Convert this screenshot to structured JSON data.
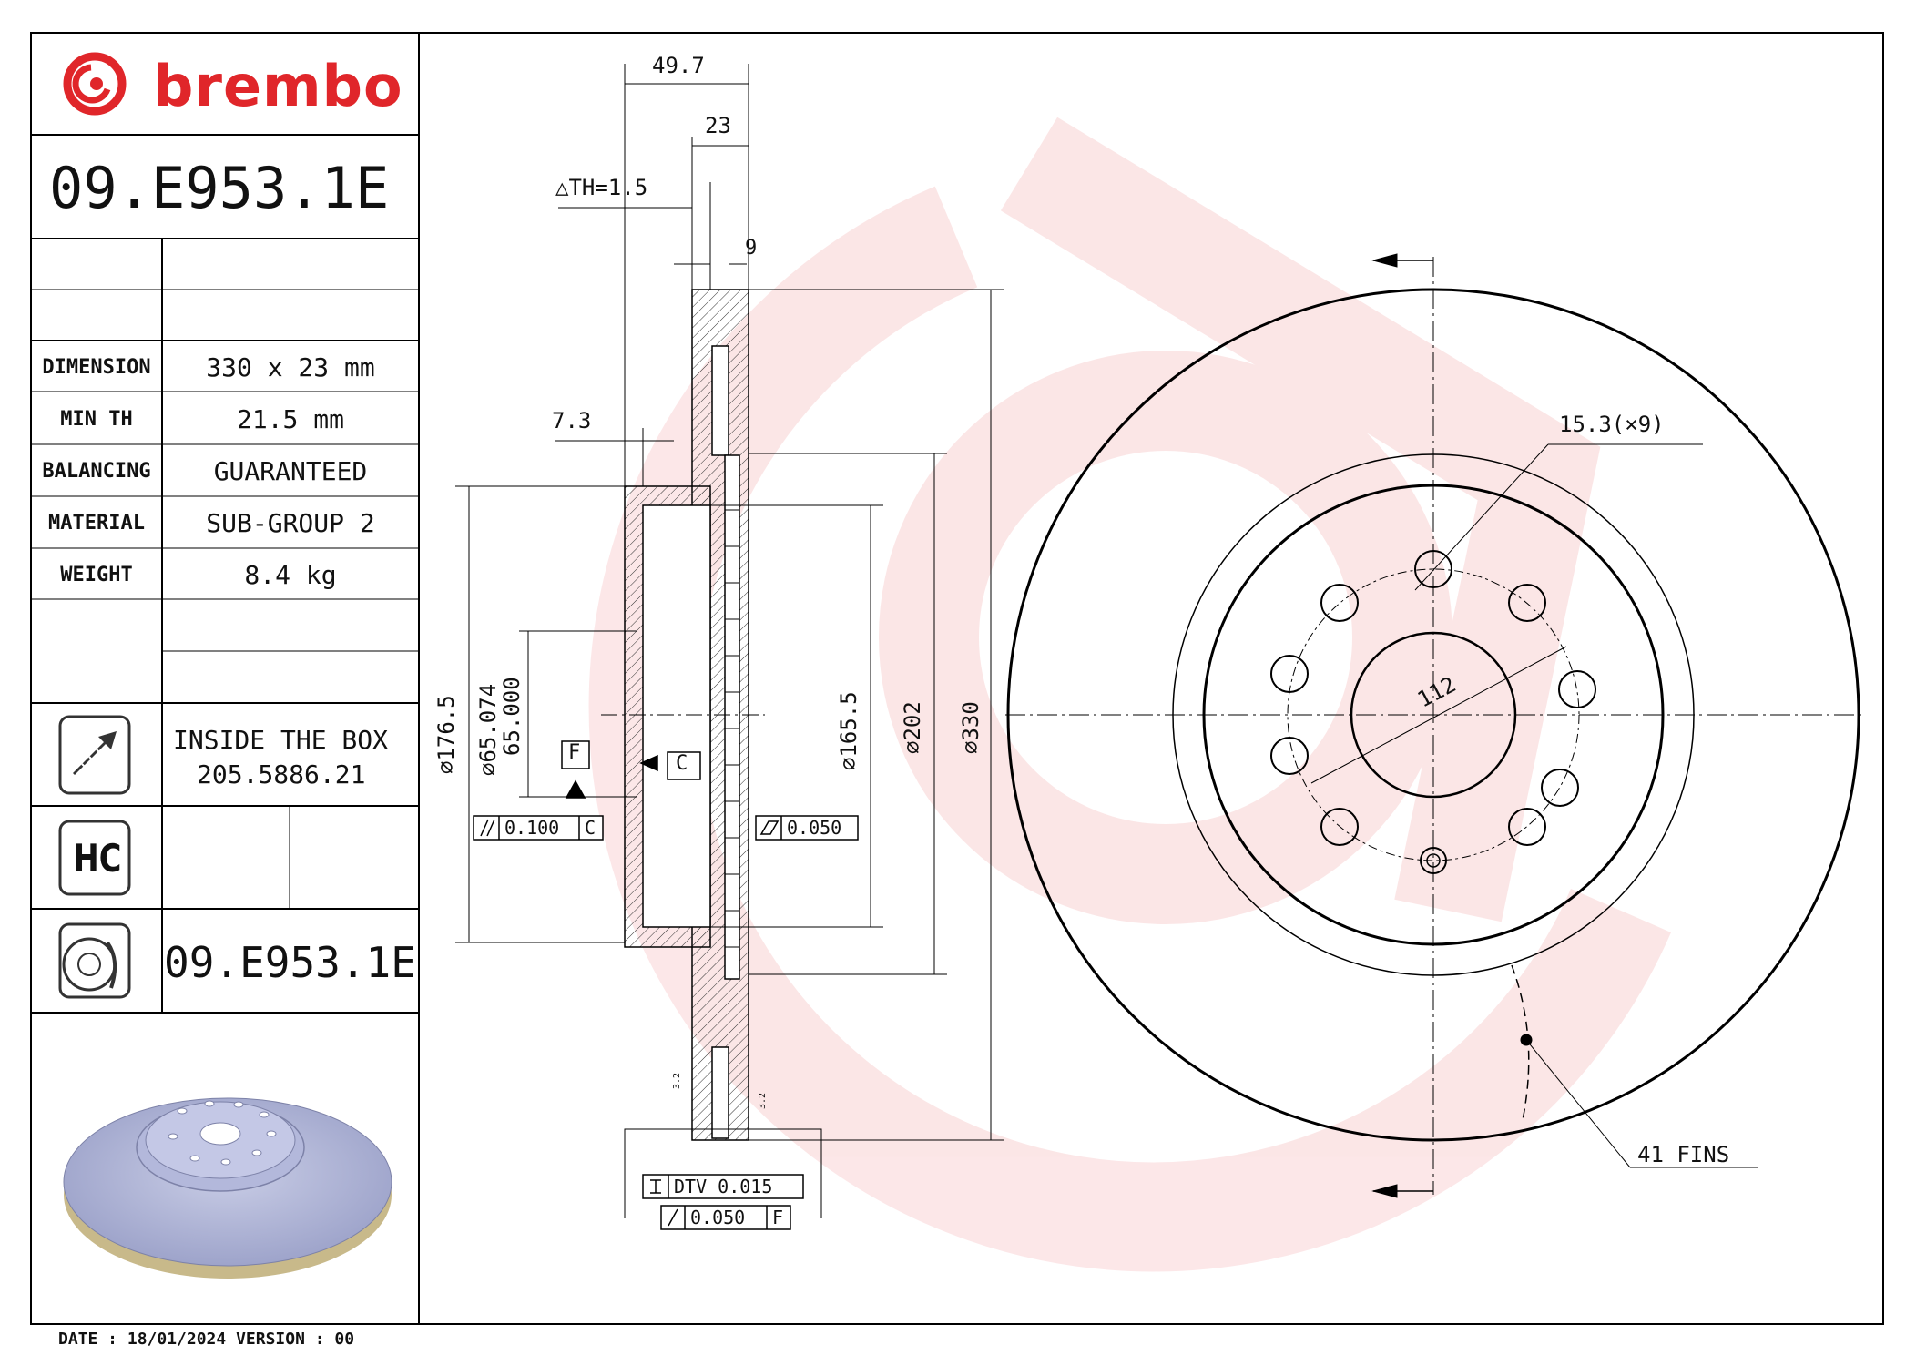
{
  "brand": {
    "name": "brembo",
    "color": "#e0262a"
  },
  "part_number": "09.E953.1E",
  "specs": [
    {
      "label": "DIMENSION",
      "value": "330 x 23 mm"
    },
    {
      "label": "MIN TH",
      "value": "21.5 mm"
    },
    {
      "label": "BALANCING",
      "value": "GUARANTEED"
    },
    {
      "label": "MATERIAL",
      "value": "SUB-GROUP 2"
    },
    {
      "label": "WEIGHT",
      "value": "8.4 kg"
    }
  ],
  "inside_box": {
    "title": "INSIDE THE BOX",
    "code": "205.5886.21"
  },
  "hc_badge": "HC",
  "reference_code": "09.E953.1E",
  "footer": "DATE : 18/01/2024 VERSION : 00",
  "dimensions": {
    "width_total": "49.7",
    "thickness": "23",
    "th": "△TH=1.5",
    "nine": "9",
    "offset": "7.3",
    "d176": "⌀176.5",
    "d65": "⌀65.074\n⌀65.000",
    "d65a": "⌀65.074",
    "d65b": "65.000",
    "d165": "⌀165.5",
    "d202": "⌀202",
    "d330": "⌀330",
    "holes": "15.3(×9)",
    "pcd": "112",
    "fins": "41 FINS",
    "datum_f": "F",
    "datum_c": "C",
    "parallel_tol": "0.100",
    "parallel_ref": "C",
    "flat_tol": "0.050",
    "dtv": "DTV 0.015",
    "runout_tol": "0.050",
    "runout_ref": "F",
    "rough1": "3.2",
    "rough2": "3.2"
  },
  "icons": [
    "brembo-logo-icon",
    "screw-icon",
    "hc-icon",
    "disc-ref-icon",
    "brake-disc-render"
  ]
}
